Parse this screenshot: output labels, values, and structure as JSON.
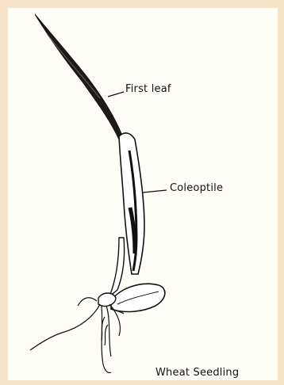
{
  "labels": {
    "first_leaf": "First leaf",
    "coleoptile": "Coleoptile",
    "caption": "Wheat Seedling"
  },
  "colors": {
    "background": "#f7e3c8",
    "paper": "#fffdf8",
    "ink": "#111111"
  }
}
